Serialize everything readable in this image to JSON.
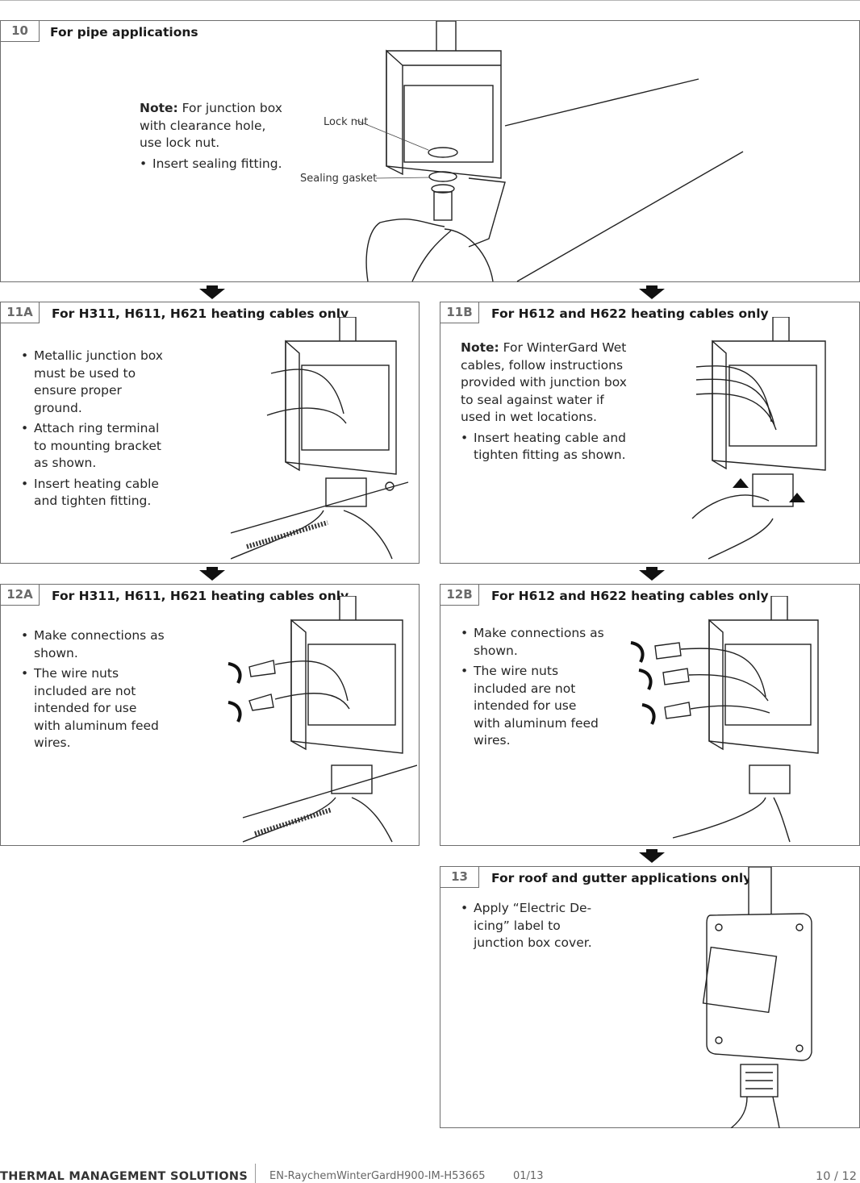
{
  "step10": {
    "number": "10",
    "title": "For pipe applications",
    "note_label": "Note:",
    "note_text": " For junction box with clearance hole, use lock nut.",
    "bullets": [
      "Insert sealing fitting."
    ],
    "callout_lock_nut": "Lock nut",
    "callout_sealing_gasket": "Sealing gasket"
  },
  "step11a": {
    "number": "11A",
    "title": "For H311, H611, H621 heating cables only",
    "bullets": [
      "Metallic junction box must be used to ensure proper ground.",
      "Attach ring terminal to mounting bracket as shown.",
      "Insert heating cable and tighten fitting."
    ]
  },
  "step11b": {
    "number": "11B",
    "title": "For H612 and H622 heating cables only",
    "note_label": "Note:",
    "note_text": " For WinterGard Wet cables, follow instructions provided with junction box to seal against water if used in wet locations.",
    "bullets": [
      "Insert heating cable and tighten fitting as shown."
    ]
  },
  "step12a": {
    "number": "12A",
    "title": "For H311, H611, H621 heating cables only",
    "bullets": [
      "Make connections as shown.",
      "The wire nuts included are not intended for use with aluminum feed wires."
    ]
  },
  "step12b": {
    "number": "12B",
    "title": "For H612 and H622 heating cables only",
    "bullets": [
      "Make connections as shown.",
      "The wire nuts included are not intended for use with aluminum feed wires."
    ]
  },
  "step13": {
    "number": "13",
    "title": "For roof and gutter applications only",
    "bullets": [
      "Apply “Electric De-icing” label to junction box cover."
    ]
  },
  "footer": {
    "brand": "THERMAL MANAGEMENT SOLUTIONS",
    "doc": "EN-RaychemWinterGardH900-IM-H53665",
    "date": "01/13",
    "page": "10 / 12"
  }
}
